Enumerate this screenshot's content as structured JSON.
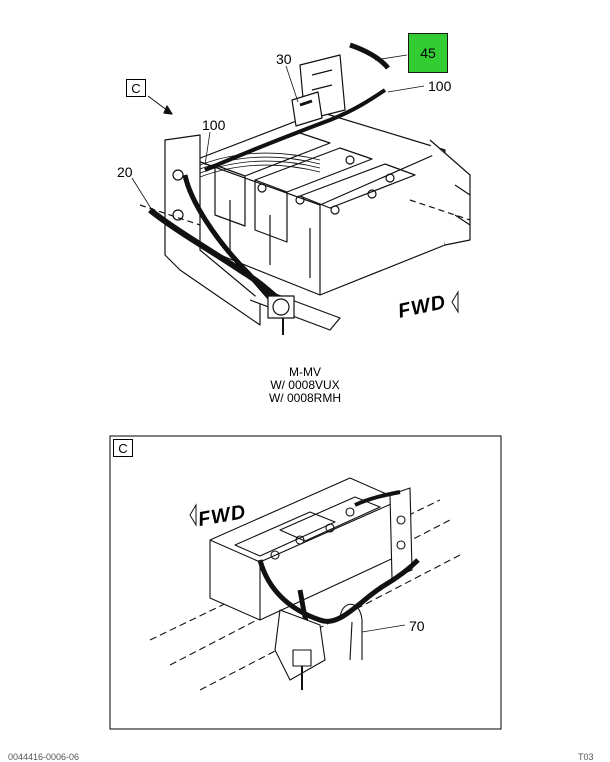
{
  "callouts": {
    "c45": "45",
    "c30": "30",
    "c100_top": "100",
    "c100_left": "100",
    "c20": "20",
    "c70": "70"
  },
  "view_tag": {
    "upper": "C",
    "lower": "C"
  },
  "fwd": {
    "upper": "FWD",
    "lower": "FWD"
  },
  "caption": {
    "line1": "M-MV",
    "line2": "W/ 0008VUX",
    "line3": "W/ 0008RMH"
  },
  "footer": {
    "left": "0044416-0006-06",
    "right": "T03"
  },
  "colors": {
    "highlight": "#33cc33",
    "ink": "#000000"
  }
}
